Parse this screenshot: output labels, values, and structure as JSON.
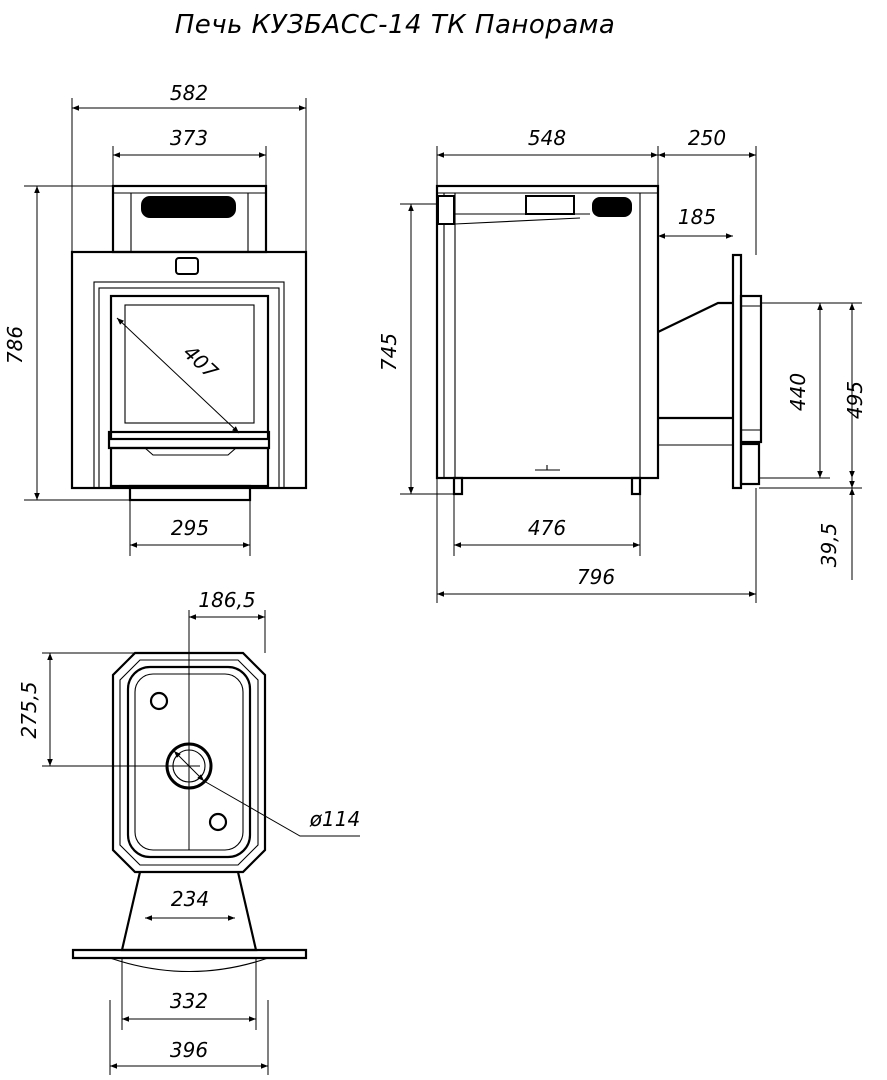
{
  "title": "Печь КУЗБАСС-14  ТК Панорама",
  "front_view": {
    "overall_width": "582",
    "top_width": "373",
    "height": "786",
    "glass_diagonal": "407",
    "base_width": "295"
  },
  "side_view": {
    "body_depth": "548",
    "tunnel_length": "250",
    "height": "745",
    "tunnel_offset": "185",
    "tunnel_height_440": "440",
    "tunnel_height_495": "495",
    "bottom_offset": "39,5",
    "legs_span": "476",
    "overall_depth": "796"
  },
  "top_view": {
    "flue_offset_x": "186,5",
    "flue_offset_y": "275,5",
    "flue_diameter": "ø114",
    "tunnel_width": "234",
    "plate_width_332": "332",
    "plate_width_396": "396"
  }
}
